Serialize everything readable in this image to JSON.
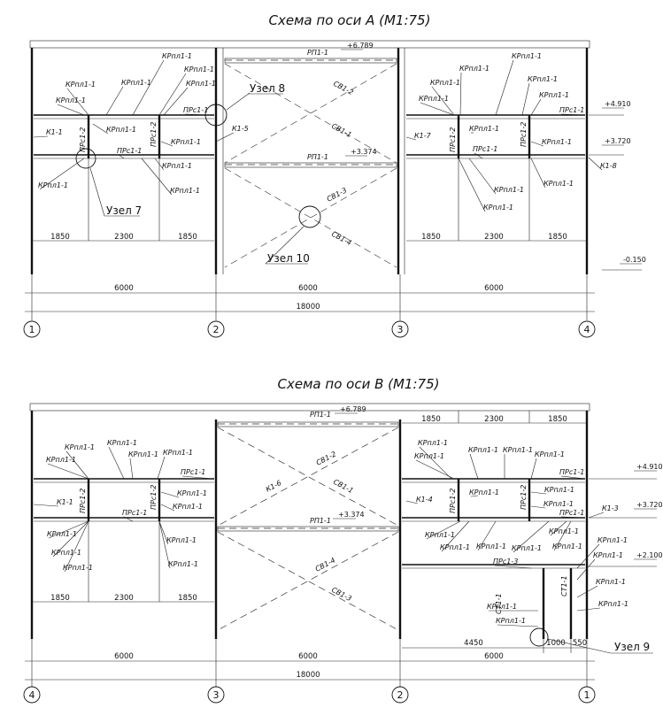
{
  "schemes": [
    {
      "title": "Схема по оси А (М1:75)",
      "axes": [
        "1",
        "2",
        "3",
        "4"
      ],
      "dims_top": [
        "1850",
        "2300",
        "1850",
        "1850",
        "2300",
        "1850"
      ],
      "dims_spans": [
        "6000",
        "6000",
        "6000"
      ],
      "dim_total": "18000",
      "marks": [
        "+6.789",
        "+4.910",
        "+3.720",
        "+3.374",
        "-0.150"
      ],
      "nodes": [
        "Узел 8",
        "Узел 7",
        "Узел 10"
      ],
      "labels": [
        "КРпл1-1",
        "КРпл1-1",
        "КРпл1-1",
        "КРпл1-1",
        "КРпл1-1",
        "КРпл1-1",
        "КРпл1-1",
        "КРпл1-1",
        "КРпл1-1",
        "КРпл1-1",
        "КРпл1-1",
        "ПРс1-1",
        "ПРс1-2",
        "ПРс1-2",
        "ПРс1-1",
        "К1-1",
        "К1-5",
        "РП1-1",
        "РП1-1",
        "СВ1-1",
        "СВ1-2",
        "СВ1-3",
        "СВ1-4",
        "КРпл1-1",
        "КРпл1-1",
        "КРпл1-1",
        "КРпл1-1",
        "КРпл1-1",
        "КРпл1-1",
        "КРпл1-1",
        "КРпл1-1",
        "КРпл1-1",
        "КРпл1-1",
        "ПРс1-1",
        "ПРс1-2",
        "ПРс1-2",
        "ПРс1-1",
        "К1-7",
        "К1-8",
        "КРпл1-1"
      ]
    },
    {
      "title": "Схема по оси В (М1:75)",
      "axes": [
        "4",
        "3",
        "2",
        "1"
      ],
      "dims_top": [
        "1850",
        "2300",
        "1850",
        "1850",
        "2300",
        "1850"
      ],
      "dims_bottom": [
        "4450",
        "1000",
        "550"
      ],
      "dims_spans": [
        "6000",
        "6000",
        "6000"
      ],
      "dim_total": "18000",
      "marks": [
        "+6.789",
        "+4.910",
        "+3.720",
        "+3.374",
        "+2.100"
      ],
      "nodes": [
        "Узел 9"
      ],
      "labels": [
        "КРпл1-1",
        "КРпл1-1",
        "КРпл1-1",
        "КРпл1-1",
        "КРпл1-1",
        "ПРс1-1",
        "ПРс1-2",
        "ПРс1-2",
        "КРпл1-1",
        "КРпл1-1",
        "К1-1",
        "КРпл1-1",
        "ПРс1-1",
        "КРпл1-1",
        "КРпл1-1",
        "КРпл1-1",
        "КРпл1-1",
        "РП1-1",
        "РП1-1",
        "К1-6",
        "СВ1-2",
        "СВ1-1",
        "СВ1-4",
        "СВ1-3",
        "КРпл1-1",
        "КРпл1-1",
        "КРпл1-1",
        "КРпл1-1",
        "КРпл1-1",
        "ПРс1-1",
        "ПРс1-2",
        "ПРс1-2",
        "КРпл1-1",
        "КРпл1-1",
        "КРпл1-1",
        "ПРс1-1",
        "К1-4",
        "К1-3",
        "КРпл1-1",
        "КРпл1-1",
        "КРпл1-1",
        "ПРс1-3",
        "КРпл1-1",
        "КРпл1-1",
        "КРпл1-1",
        "СТ1-1",
        "СТ1-1",
        "КРпл1-1",
        "КРпл1-1",
        "КРпл1-1",
        "КРпл1-1",
        "КРпл1-1",
        "КРпл1-1"
      ]
    }
  ]
}
